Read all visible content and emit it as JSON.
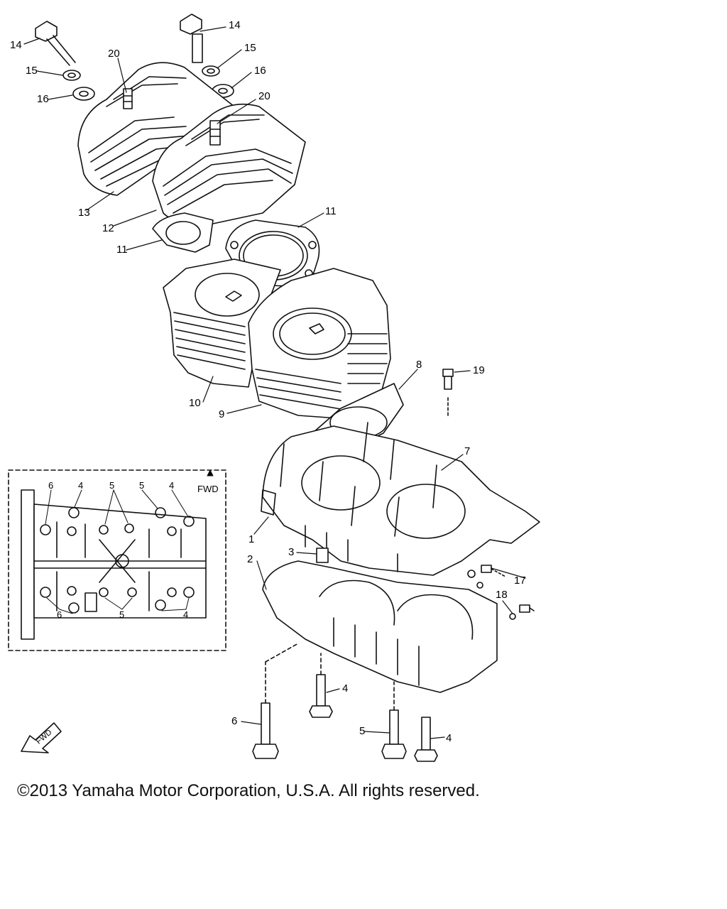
{
  "callouts": {
    "c1": "1",
    "c2": "2",
    "c3": "3",
    "c4": "4",
    "c5": "5",
    "c6": "6",
    "c7": "7",
    "c8": "8",
    "c9": "9",
    "c10": "10",
    "c11": "11",
    "c12": "12",
    "c13": "13",
    "c14": "14",
    "c15": "15",
    "c16": "16",
    "c17": "17",
    "c18": "18",
    "c19": "19",
    "c20": "20"
  },
  "inset": {
    "fwd_label": "FWD"
  },
  "fwd_badge": "FWD",
  "copyright": "©2013 Yamaha Motor Corporation, U.S.A. All rights reserved."
}
